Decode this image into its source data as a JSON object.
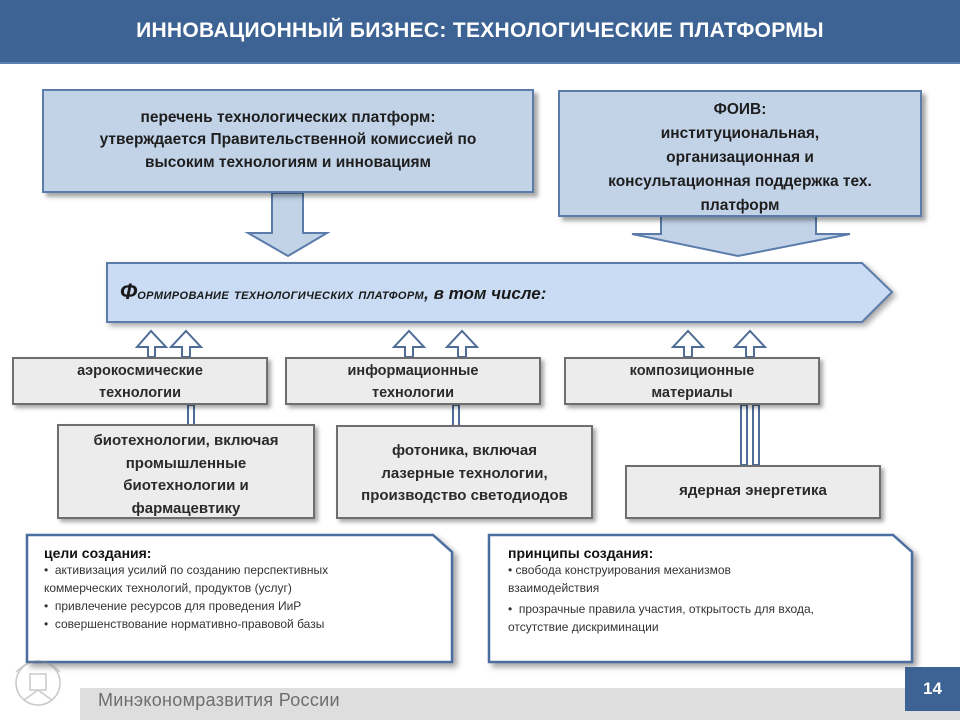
{
  "header": {
    "title": "ИННОВАЦИОННЫЙ БИЗНЕС: ТЕХНОЛОГИЧЕСКИЕ ПЛАТФОРМЫ"
  },
  "top_left_box": {
    "lines": [
      "перечень технологических платформ:",
      "утверждается Правительственной комиссией по",
      "высоким технологиям и инновациям"
    ]
  },
  "top_right_box": {
    "lines": [
      "ФОИВ:",
      "институциональная,",
      "организационная и",
      "консультационная поддержка тех.",
      "платформ"
    ]
  },
  "formation_banner": {
    "first_letter": "Ф",
    "rest": "ормирование технологических платформ",
    "tail": ", в том числе:"
  },
  "categories": {
    "aerospace": {
      "lines": [
        "аэрокосмические",
        "технологии"
      ]
    },
    "information": {
      "lines": [
        "информационные",
        "технологии"
      ]
    },
    "composite": {
      "lines": [
        "композиционные",
        "материалы"
      ]
    }
  },
  "subcategories": {
    "biotech": {
      "lines": [
        "биотехнологии, включая",
        "промышленные",
        "биотехнологии и",
        "фармацевтику"
      ]
    },
    "photonics": {
      "lines": [
        "фотоника, включая",
        "лазерные технологии,",
        "производство светодиодов"
      ]
    },
    "nuclear": {
      "lines": [
        "ядерная энергетика"
      ]
    }
  },
  "goals": {
    "title": "цели создания:",
    "bullets": [
      {
        "lines": [
          "активизация усилий по созданию перспективных",
          "коммерческих технологий, продуктов (услуг)"
        ]
      },
      {
        "lines": [
          "привлечение ресурсов для проведения ИиР"
        ]
      },
      {
        "lines": [
          "совершенствование нормативно-правовой базы"
        ]
      }
    ]
  },
  "principles": {
    "title": "принципы создания:",
    "bullets": [
      {
        "lines": [
          "свобода конструирования механизмов",
          "взаимодействия"
        ]
      },
      {
        "lines": [
          "прозрачные правила участия, открытость для входа,",
          "отсутствие дискриминации"
        ]
      }
    ]
  },
  "footer": {
    "ministry": "Минэкономразвития России",
    "page": "14"
  },
  "colors": {
    "header_blue": "#3d6394",
    "box_blue": "#c2d3e8",
    "banner_blue": "#c9dcf3",
    "grey_box": "#ececec"
  }
}
